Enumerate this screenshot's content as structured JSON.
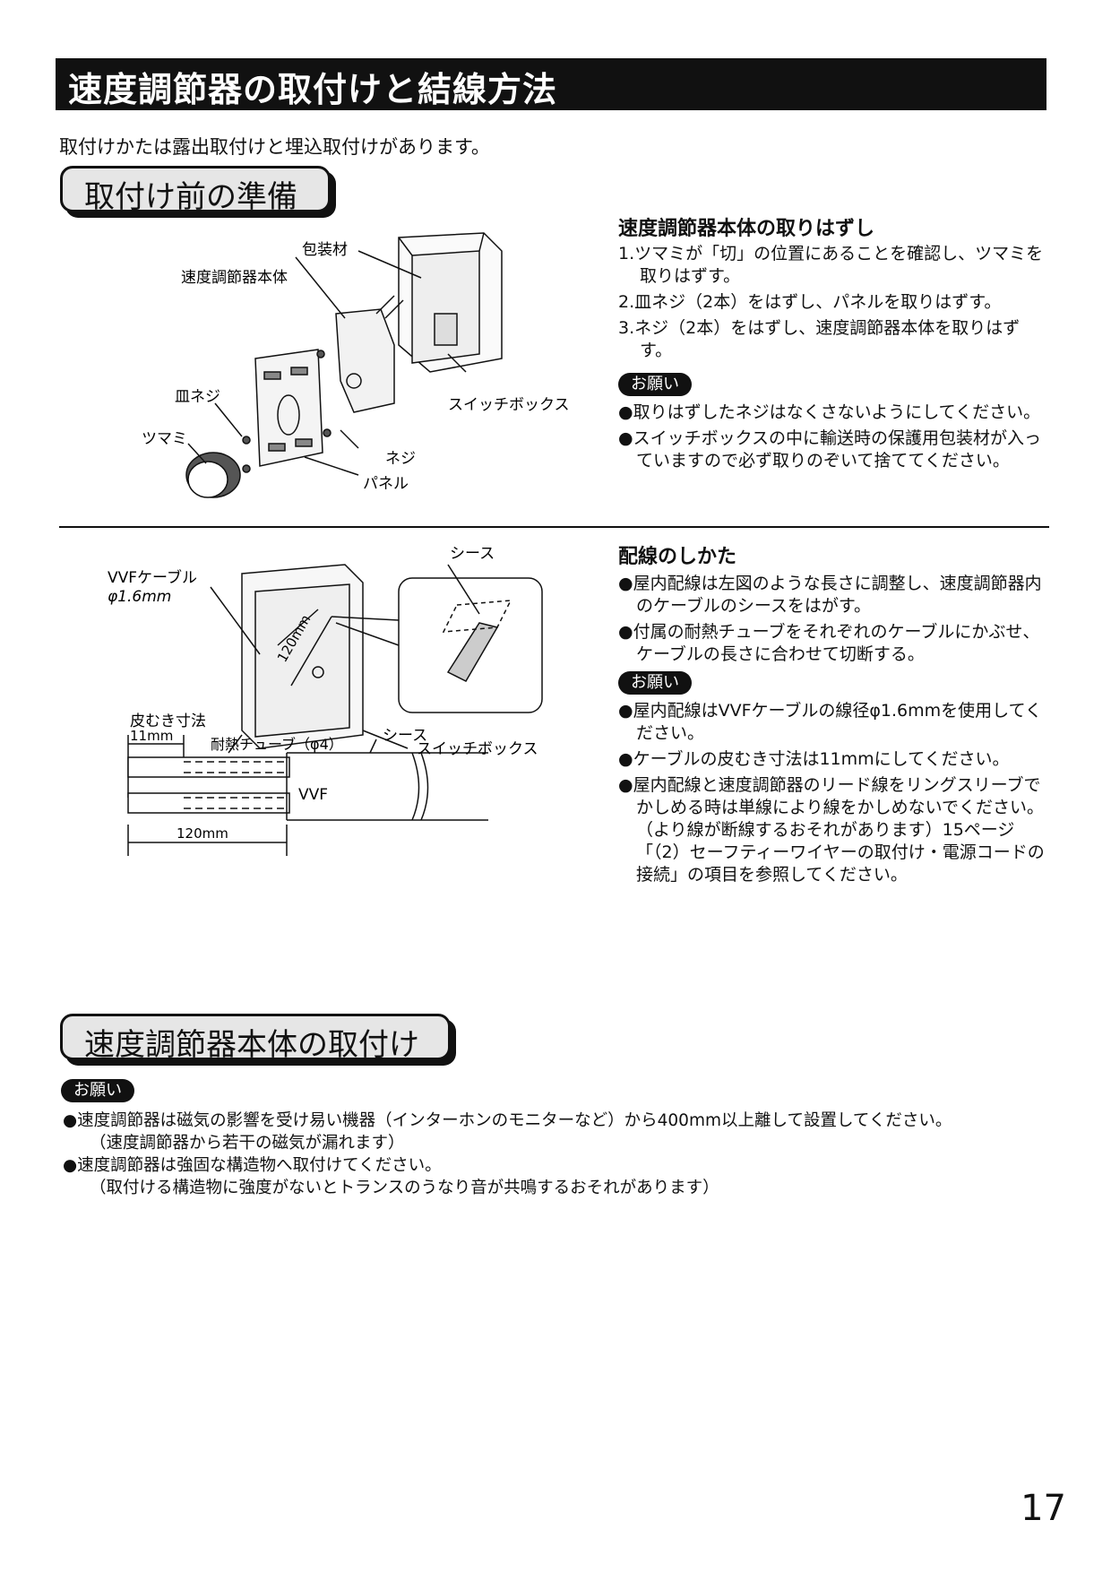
{
  "title": "速度調節器の取付けと結線方法",
  "intro": "取付けかたは露出取付けと埋込取付けがあります。",
  "prep": {
    "heading": "取付け前の準備",
    "diagram_labels": {
      "packing": "包装材",
      "body": "速度調節器本体",
      "flat_screw": "皿ネジ",
      "knob": "ツマミ",
      "screw": "ネジ",
      "panel": "パネル",
      "switch_box": "スイッチボックス"
    },
    "removal": {
      "heading": "速度調節器本体の取りはずし",
      "steps": [
        "1.ツマミが「切」の位置にあることを確認し、ツマミを取りはずす。",
        "2.皿ネジ（2本）をはずし、パネルを取りはずす。",
        "3.ネジ（2本）をはずし、速度調節器本体を取りはずす。"
      ],
      "request_label": "お願い",
      "notes": [
        "取りはずしたネジはなくさないようにしてください。",
        "スイッチボックスの中に輸送時の保護用包装材が入っていますので必ず取りのぞいて捨ててください。"
      ]
    }
  },
  "wiring": {
    "diagram_labels": {
      "vvf_cable": "VVFケーブル",
      "phi": "φ1.6mm",
      "sheath": "シース",
      "len_120_rot": "120mm",
      "switch_box": "スイッチボックス",
      "strip_len": "皮むき寸法",
      "mm11": "11mm",
      "tube": "耐熱チューブ（φ4）",
      "sheath2": "シース",
      "vvf": "VVF",
      "mm120": "120mm"
    },
    "heading": "配線のしかた",
    "notes": [
      "屋内配線は左図のような長さに調整し、速度調節器内のケーブルのシースをはがす。",
      "付属の耐熱チューブをそれぞれのケーブルにかぶせ、ケーブルの長さに合わせて切断する。"
    ],
    "request_label": "お願い",
    "requests": [
      "屋内配線はVVFケーブルの線径φ1.6mmを使用してください。",
      "ケーブルの皮むき寸法は11mmにしてください。",
      "屋内配線と速度調節器のリード線をリングスリーブでかしめる時は単線により線をかしめないでください。（より線が断線するおそれがあります）15ページ「（2）セーフティーワイヤーの取付け・電源コードの接続」の項目を参照してください。"
    ]
  },
  "install": {
    "heading": "速度調節器本体の取付け",
    "request_label": "お願い",
    "notes": [
      {
        "line1": "●速度調節器は磁気の影響を受け易い機器（インターホンのモニターなど）から400mm以上離して設置してください。",
        "line2": "（速度調節器から若干の磁気が漏れます）"
      },
      {
        "line1": "●速度調節器は強固な構造物へ取付けてください。",
        "line2": "（取付ける構造物に強度がないとトランスのうなり音が共鳴するおそれがあります）"
      }
    ]
  },
  "page_number": "17"
}
